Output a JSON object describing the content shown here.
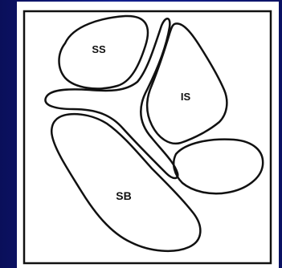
{
  "diagram": {
    "regions": [
      {
        "id": "ss",
        "label": "SS"
      },
      {
        "id": "is",
        "label": "IS"
      },
      {
        "id": "sb",
        "label": "SB"
      }
    ]
  },
  "colors": {
    "background": "#0f1a82",
    "panel": "#ffffff",
    "outline": "#111111"
  }
}
